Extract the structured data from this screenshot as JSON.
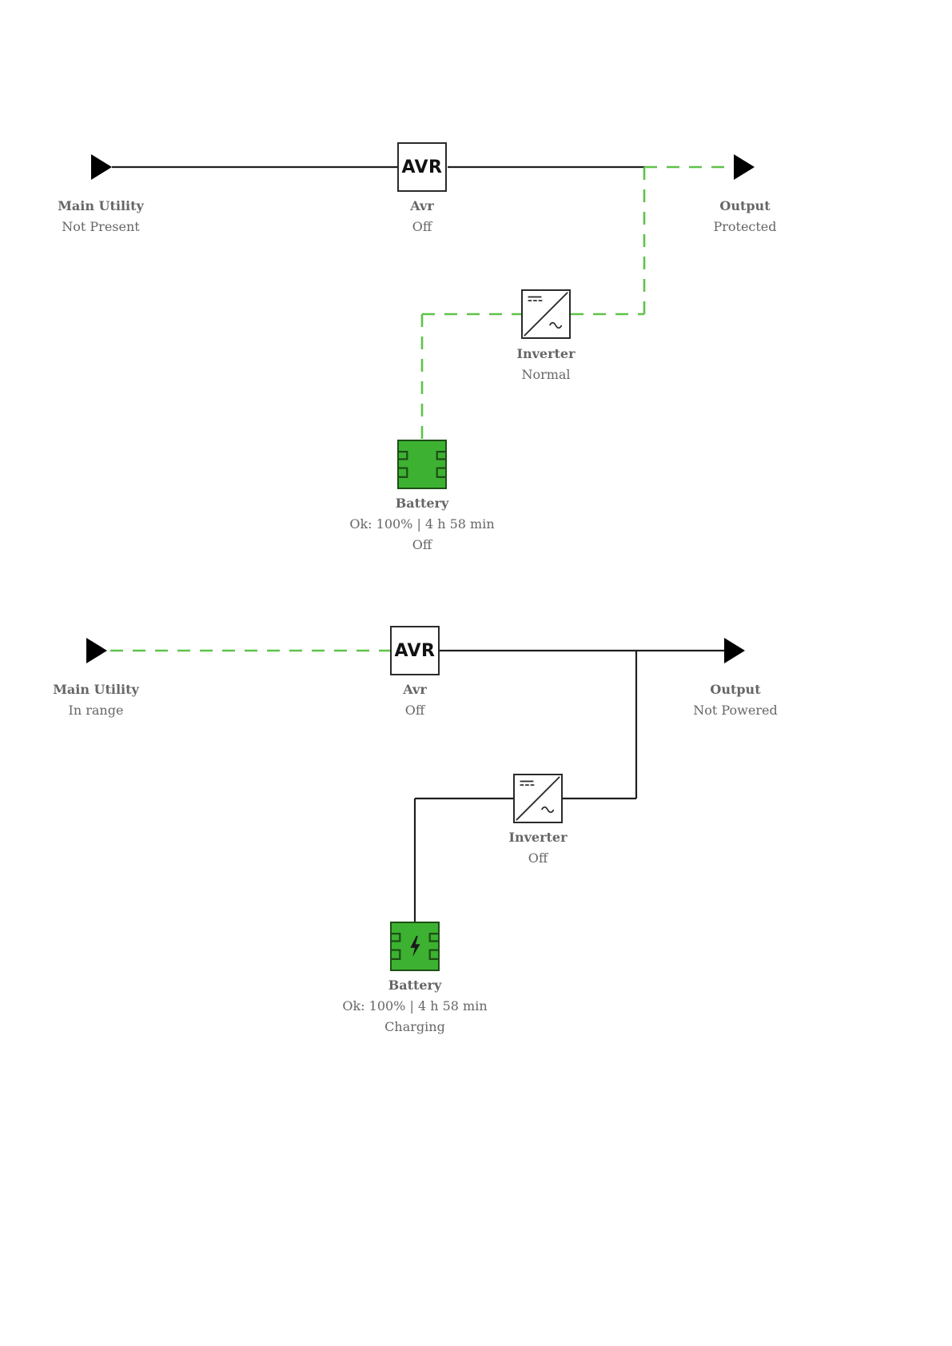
{
  "colors": {
    "line": "#1f1f1f",
    "active_path": "#5fc24a",
    "battery_fill": "#3db232",
    "label_text": "#666666"
  },
  "diagrams": [
    {
      "main_utility": {
        "name": "Main Utility",
        "status": "Not Present",
        "icon": "arrow-right-icon"
      },
      "avr": {
        "text": "AVR",
        "name": "Avr",
        "status": "Off"
      },
      "output": {
        "name": "Output",
        "status": "Protected",
        "icon": "arrow-right-icon"
      },
      "inverter": {
        "name": "Inverter",
        "status": "Normal",
        "icon": "dc-ac-inverter-icon"
      },
      "battery": {
        "name": "Battery",
        "charge": "Ok: 100% | 4 h 58 min",
        "status": "Off",
        "icon": "battery-icon",
        "charging": false
      },
      "active_path": "battery-inverter-output"
    },
    {
      "main_utility": {
        "name": "Main Utility",
        "status": "In range",
        "icon": "arrow-right-icon"
      },
      "avr": {
        "text": "AVR",
        "name": "Avr",
        "status": "Off"
      },
      "output": {
        "name": "Output",
        "status": "Not Powered",
        "icon": "arrow-right-icon"
      },
      "inverter": {
        "name": "Inverter",
        "status": "Off",
        "icon": "dc-ac-inverter-icon"
      },
      "battery": {
        "name": "Battery",
        "charge": "Ok: 100% | 4 h 58 min",
        "status": "Charging",
        "icon": "battery-charging-icon",
        "charging": true
      },
      "active_path": "main-utility-avr"
    }
  ]
}
